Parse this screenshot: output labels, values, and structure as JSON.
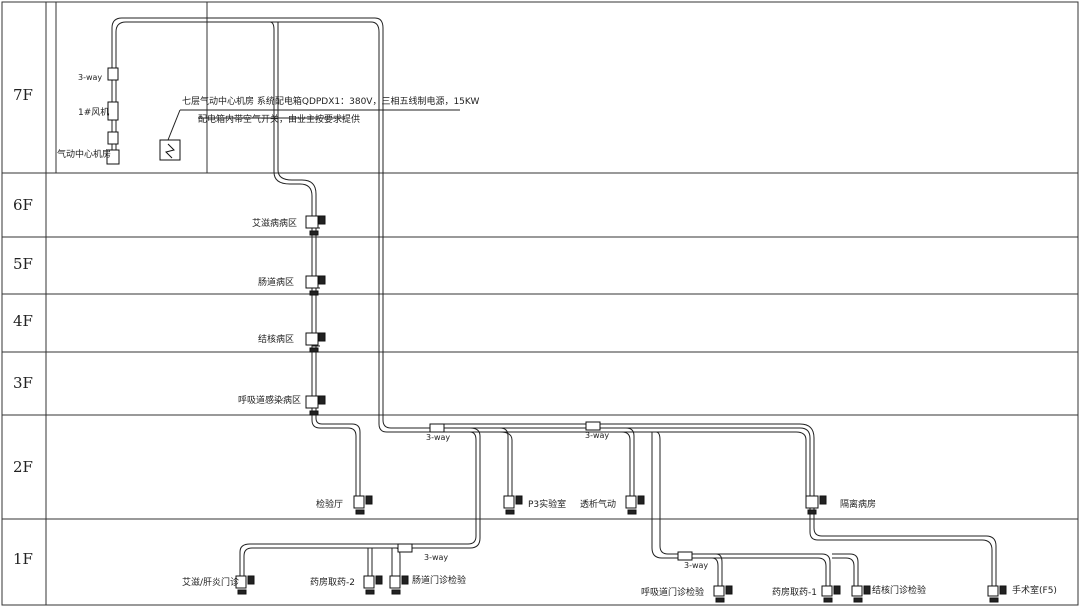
{
  "floors": [
    "7F",
    "6F",
    "5F",
    "4F",
    "3F",
    "2F",
    "1F"
  ],
  "machine_room": {
    "three_way": "3-way",
    "fan": "1#风机",
    "center": "气动中心机房",
    "note_line1": "七层气动中心机房 系统配电箱QDPDX1：380V，三相五线制电源，15KW",
    "note_line2": "配电箱内带空气开关，由业主按要求提供"
  },
  "stations": {
    "s6f": "艾滋病病区",
    "s5f": "肠道病区",
    "s4f": "结核病区",
    "s3f": "呼吸道感染病区",
    "s2f_1": "检验厅",
    "s2f_2": "P3实验室",
    "s2f_3": "透析气动",
    "s2f_4": "隔离病房",
    "s1f_1": "艾滋/肝炎门诊",
    "s1f_2": "药房取药-2",
    "s1f_3": "肠道门诊检验",
    "s1f_4": "呼吸道门诊检验",
    "s1f_5": "药房取药-1",
    "s1f_6": "结核门诊检验",
    "s1f_7": "手术室(F5)"
  },
  "three_way_labels": {
    "a": "3-way",
    "b": "3-way",
    "c": "3-way",
    "d": "3-way"
  }
}
